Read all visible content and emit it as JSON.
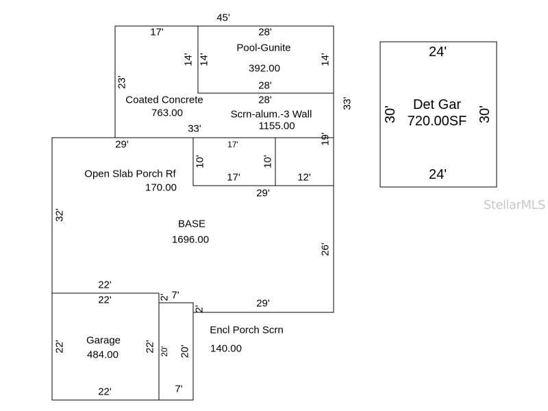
{
  "areas": {
    "pool": {
      "name": "Pool-Gunite",
      "value": "392.00"
    },
    "coated_concrete": {
      "name": "Coated Concrete",
      "value": "763.00"
    },
    "screen_room": {
      "name": "Scrn-alum.-3 Wall",
      "value": "1155.00"
    },
    "open_slab_porch": {
      "name": "Open Slab Porch Rf",
      "value": "170.00"
    },
    "base": {
      "name": "BASE",
      "value": "1696.00"
    },
    "garage": {
      "name": "Garage",
      "value": "484.00"
    },
    "encl_porch": {
      "name": "Encl Porch Scrn",
      "value": "140.00"
    },
    "det_gar": {
      "name": "Det Gar",
      "value": "720.00SF"
    }
  },
  "dims": {
    "d45": "45'",
    "d17": "17'",
    "d28": "28'",
    "d14": "14'",
    "d23": "23'",
    "d33": "33'",
    "d29": "29'",
    "d10": "10'",
    "d19": "19'",
    "d12": "12'",
    "d32": "32'",
    "d26": "26'",
    "d22": "22'",
    "d2": "2'",
    "d7": "7'",
    "d20": "20'",
    "d24": "24'",
    "d30": "30'"
  },
  "watermark": "StellarMLS"
}
